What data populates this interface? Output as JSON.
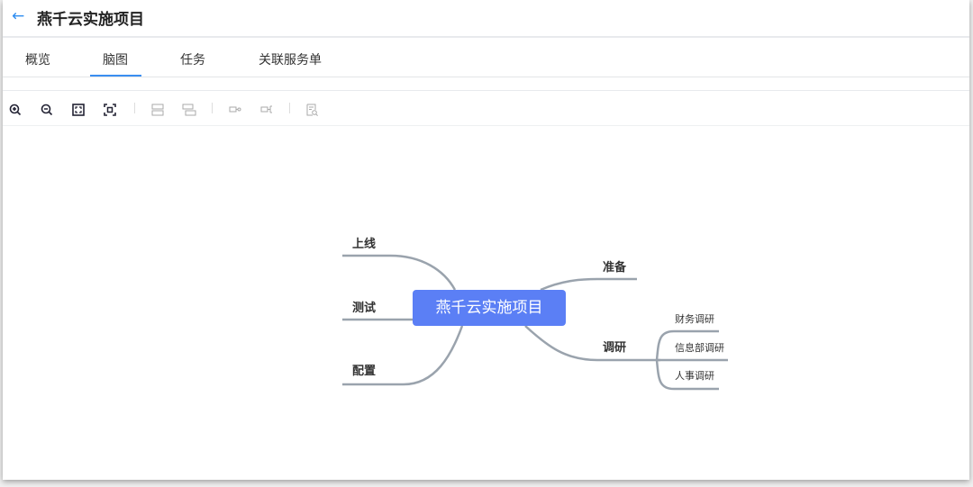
{
  "header": {
    "back_icon": "arrow-left-icon",
    "title": "燕千云实施项目"
  },
  "tabs": [
    {
      "label": "概览"
    },
    {
      "label": "脑图",
      "active": true
    },
    {
      "label": "任务"
    },
    {
      "label": "关联服务单"
    }
  ],
  "toolbar": [
    "zoom-in-icon",
    "zoom-out-icon",
    "fit-screen-icon",
    "center-icon",
    "add-sibling-icon",
    "add-child-icon",
    "collapse-icon",
    "expand-icon",
    "search-node-icon"
  ],
  "mindmap": {
    "root": "燕千云实施项目",
    "left": [
      "上线",
      "测试",
      "配置"
    ],
    "right": [
      {
        "label": "准备"
      },
      {
        "label": "调研",
        "children": [
          "财务调研",
          "信息部调研",
          "人事调研"
        ]
      }
    ]
  },
  "colors": {
    "accent": "#3a8ef0",
    "root": "#5b7ff5",
    "line": "#9aa3ad"
  }
}
